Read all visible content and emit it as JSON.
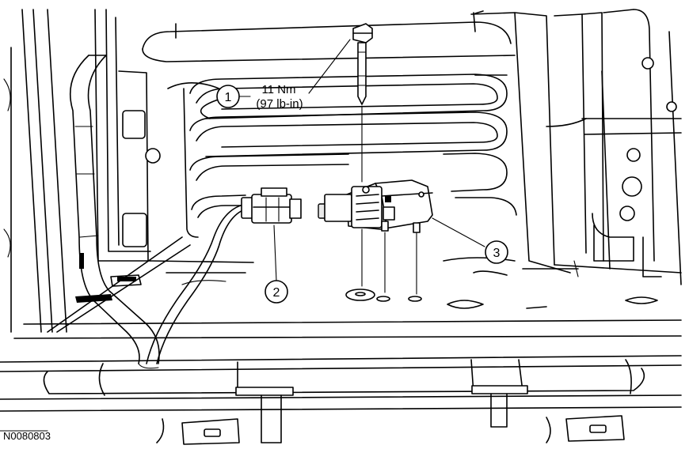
{
  "figure_id": "N0080803",
  "callouts": [
    {
      "number": "1"
    },
    {
      "number": "2"
    },
    {
      "number": "3"
    }
  ],
  "torque": {
    "value": "11 Nm",
    "imperial": "(97 lb-in)"
  }
}
